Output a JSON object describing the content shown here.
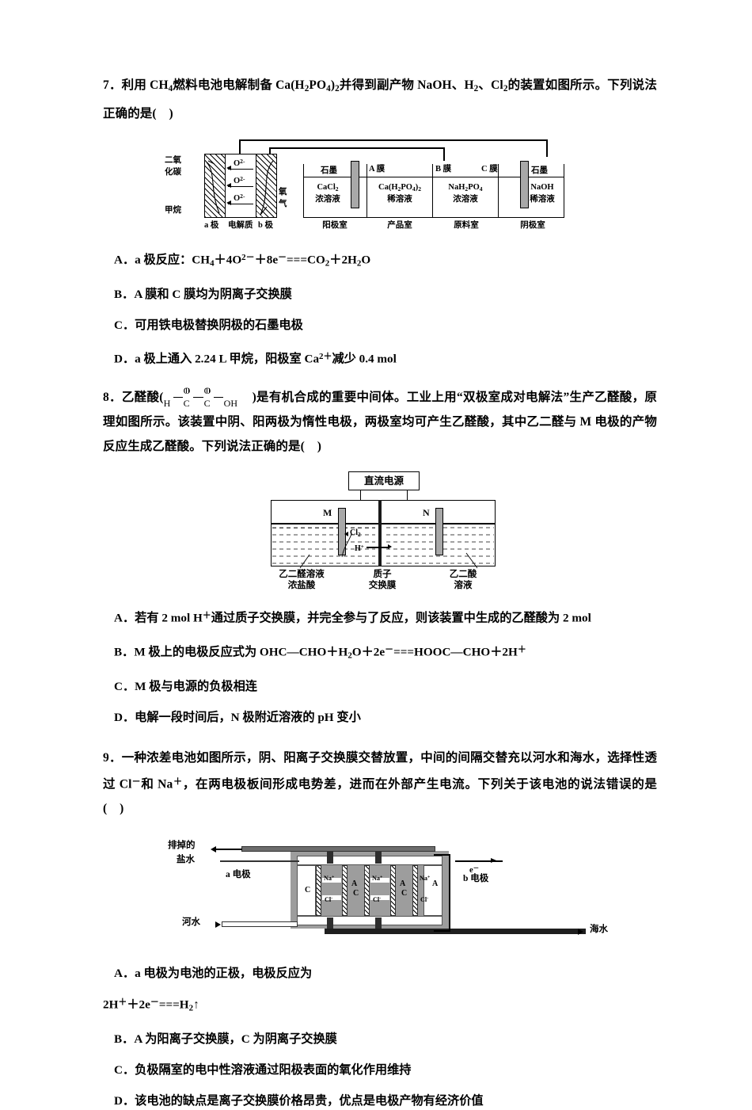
{
  "questions": [
    {
      "number": "7",
      "stem_part1": "7．利用 CH",
      "stem": "7．利用 CH4燃料电池电解制备 Ca(H2PO4)2并得到副产物 NaOH、H2、Cl2的装置如图所示。下列说法正确的是(    )",
      "options": [
        "A．a 极反应：CH4＋4O2－＋8e－===CO2＋2H2O",
        "B．A 膜和 C 膜均为阴离子交换膜",
        "C．可用铁电极替换阴极的石墨电极",
        "D．a 极上通入 2.24 L 甲烷，阳极室 Ca2+减少 0.4 mol"
      ]
    },
    {
      "number": "8",
      "stem": "8．乙醛酸(　　　　)是有机合成的重要中间体。工业上用“双极室成对电解法”生产乙醛酸，原理如图所示。该装置中阴、阳两极为惰性电极，两极室均可产生乙醛酸，其中乙二醛与 M 电极的产物反应生成乙醛酸。下列说法正确的是(    )",
      "options": [
        "A．若有 2 mol H+通过质子交换膜，并完全参与了反应，则该装置中生成的乙醛酸为 2 mol",
        "B．M 极上的电极反应式为 OHC—CHO＋H2O＋2e－===HOOC—CHO＋2H+",
        "C．M 极与电源的负极相连",
        "D．电解一段时间后，N 极附近溶液的 pH 变小"
      ]
    },
    {
      "number": "9",
      "stem": "9．一种浓差电池如图所示，阴、阳离子交换膜交替放置，中间的间隔交替充以河水和海水，选择性透过 Cl－和 Na＋，在两电极板间形成电势差，进而在外部产生电流。下列关于该电池的说法错误的是(    )",
      "options": [
        "A．a 电极为电池的正极，电极反应为",
        "2H+＋2e－===H2↑",
        "B．A 为阳离子交换膜，C 为阴离子交换膜",
        "C．负极隔室的电中性溶液通过阳极表面的氧化作用维持",
        "D．该电池的缺点是离子交换膜价格昂贵，优点是电极产物有经济价值"
      ]
    }
  ],
  "q7_stem_runs": [
    {
      "t": "7．利用 CH"
    },
    {
      "t": "4",
      "s": "sub"
    },
    {
      "t": "燃料电池电解制备 Ca(H"
    },
    {
      "t": "2",
      "s": "sub"
    },
    {
      "t": "PO"
    },
    {
      "t": "4",
      "s": "sub"
    },
    {
      "t": ")"
    },
    {
      "t": "2",
      "s": "sub"
    },
    {
      "t": "并得到副产物 NaOH、H"
    },
    {
      "t": "2",
      "s": "sub"
    },
    {
      "t": "、Cl"
    },
    {
      "t": "2",
      "s": "sub"
    },
    {
      "t": "的装置如图所示。下列说法正确的是(　　)"
    }
  ],
  "figure1": {
    "name": "fuel-cell-electrolysis-device",
    "left_labels": {
      "co2": "二氧\n化碳",
      "co2_line1": "二氧",
      "co2_line2": "化碳",
      "methane": "甲烷",
      "oxygen_line1": "氧",
      "oxygen_line2": "气",
      "ion": "O2－",
      "ion_base": "O",
      "ion_sup": "2－"
    },
    "bottom_left_labels": [
      "a 极",
      "电解质",
      "b 极"
    ],
    "membranes": [
      "A 膜",
      "B 膜",
      "C 膜"
    ],
    "electrodes": [
      "石墨",
      "石墨"
    ],
    "chambers": [
      {
        "solute_line1": "CaCl2",
        "solute_line2": "浓溶液",
        "room": "阳极室"
      },
      {
        "solute_line1": "Ca(H2PO4)2",
        "solute_line2": "稀溶液",
        "room": "产品室"
      },
      {
        "solute_line1": "NaH2PO4",
        "solute_line2": "浓溶液",
        "room": "原料室"
      },
      {
        "solute_line1": "NaOH",
        "solute_line2": "稀溶液",
        "room": "阴极室"
      }
    ]
  },
  "figure2": {
    "name": "paired-electrolysis-device",
    "power_supply": "直流电源",
    "electrode_m": "M",
    "electrode_n": "N",
    "species_cl2_base": "Cl",
    "species_cl2_sub": "2",
    "species_h_base": "H",
    "species_h_sup": "+",
    "labels": [
      {
        "line1": "乙二醛溶液",
        "line2": "浓盐酸"
      },
      {
        "line1": "质子",
        "line2": "交换膜"
      },
      {
        "line1": "乙二酸",
        "line2": "溶液"
      }
    ]
  },
  "figure3": {
    "name": "concentration-cell-device",
    "drain_line1": "排掉的",
    "drain_line2": "盐水",
    "electrode_a": "a 电极",
    "electrode_b": "b 电极",
    "electron": "e－",
    "river_water": "河水",
    "sea_water": "海水",
    "membrane_c": "C",
    "membrane_a": "A",
    "ion_na_base": "Na",
    "ion_na_sup": "+",
    "ion_cl_base": "Cl",
    "ion_cl_sup": "－"
  },
  "formula8": {
    "h": "H",
    "c1": "C",
    "c2": "C",
    "oh": "OH",
    "o1": "O",
    "o2": "O"
  },
  "colors": {
    "text": "#000000",
    "background": "#ffffff",
    "electrode_grey": "#a8a8a8",
    "cell_grey": "#9d9d9d",
    "pipe_dark": "#3a3a3a"
  }
}
